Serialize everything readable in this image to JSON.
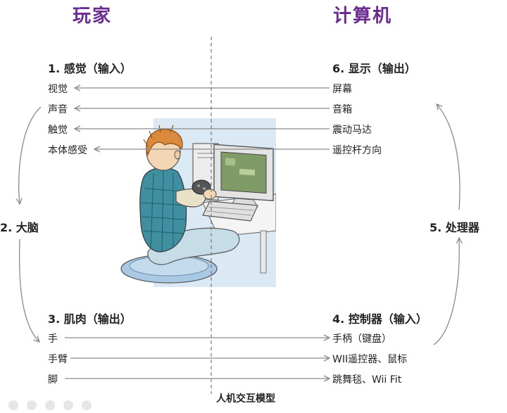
{
  "header": {
    "left_title": "玩家",
    "right_title": "计算机"
  },
  "left_sections": {
    "sensing": {
      "title": "1. 感觉（输入）",
      "items": [
        "视觉",
        "声音",
        "触觉",
        "本体感受"
      ]
    },
    "muscle": {
      "title": "3. 肌肉（输出）",
      "items": [
        "手",
        "手臂",
        "脚"
      ]
    }
  },
  "right_sections": {
    "display": {
      "title": "6. 显示（输出）",
      "items": [
        "屏幕",
        "音箱",
        "震动马达",
        "遥控杆方向"
      ]
    },
    "controller": {
      "title": "4. 控制器（输入）",
      "items": [
        "手柄（键盘）",
        "WII遥控器、鼠标",
        "跳舞毯、Wii Fit"
      ]
    }
  },
  "side_labels": {
    "brain": "2. 大脑",
    "processor": "5. 处理器"
  },
  "caption": "人机交互模型",
  "colors": {
    "title": "#6a2c8e",
    "arrow": "#8a8a8a",
    "shirt": "#3f8fa0",
    "hair": "#d98a3c",
    "pants": "#c6dde8"
  }
}
